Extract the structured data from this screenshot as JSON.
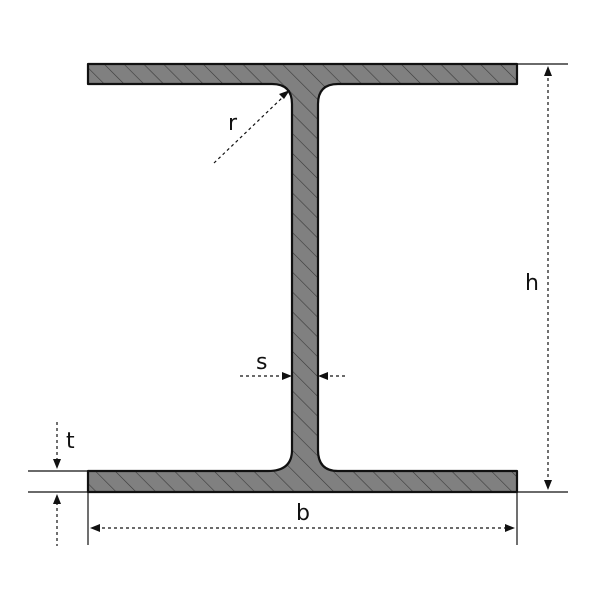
{
  "labels": {
    "r": "r",
    "s": "s",
    "h": "h",
    "t": "t",
    "b": "b"
  },
  "colors": {
    "section_fill": "#808080",
    "outline": "#111111",
    "hatch": "#3a3a3a",
    "background": "#ffffff"
  }
}
